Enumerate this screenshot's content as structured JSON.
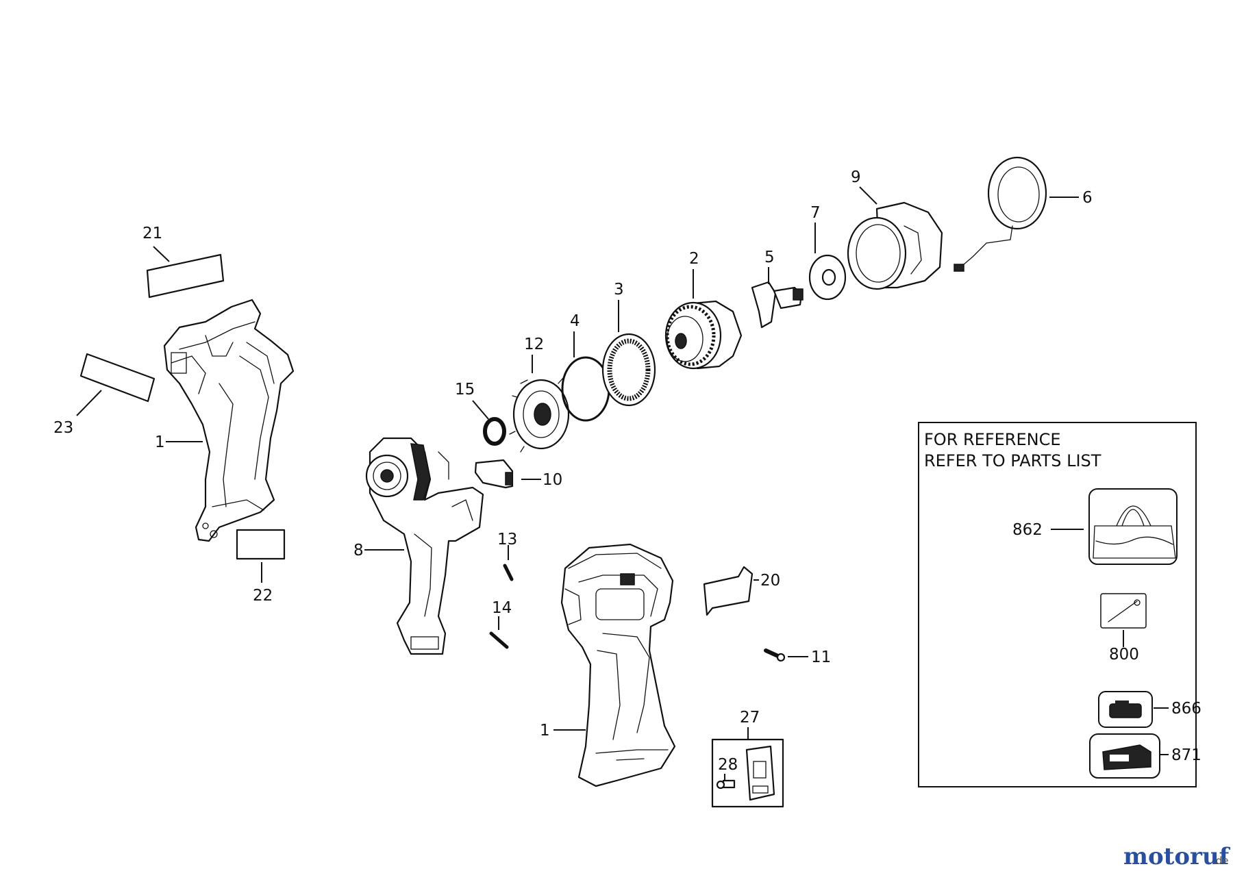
{
  "callouts": {
    "c1a": "1",
    "c1b": "1",
    "c2": "2",
    "c3": "3",
    "c4": "4",
    "c5": "5",
    "c6": "6",
    "c7": "7",
    "c8": "8",
    "c9": "9",
    "c10": "10",
    "c11": "11",
    "c12": "12",
    "c13": "13",
    "c14": "14",
    "c15": "15",
    "c20": "20",
    "c21": "21",
    "c22": "22",
    "c23": "23",
    "c27": "27",
    "c28": "28"
  },
  "reference_box": {
    "line1": "FOR REFERENCE",
    "line2": "REFER TO PARTS LIST",
    "items": {
      "bag": "862",
      "tool": "800",
      "battery": "866",
      "charger": "871"
    }
  },
  "watermark": {
    "brand": "motoruf",
    "domain": ".de"
  }
}
